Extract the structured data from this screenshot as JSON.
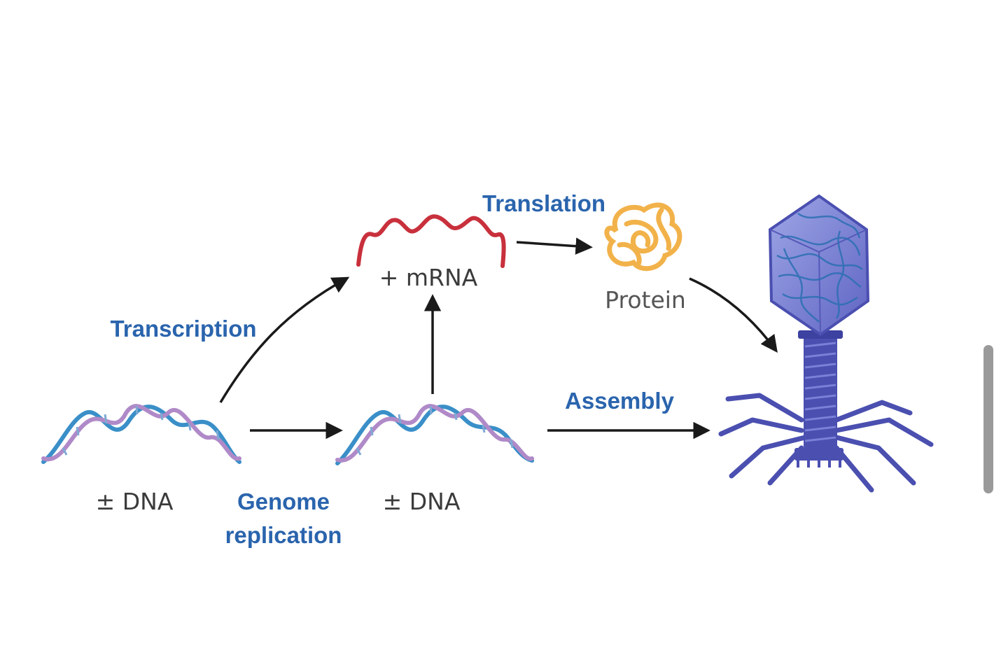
{
  "labels": {
    "transcription": "Transcription",
    "translation": "Translation",
    "genome_replication_line1": "Genome",
    "genome_replication_line2": "replication",
    "assembly": "Assembly",
    "mrna": "+ mRNA",
    "dna_left": "± DNA",
    "dna_middle": "± DNA",
    "protein": "Protein"
  },
  "icons": {
    "dna": "dna-double-helix-icon",
    "mrna": "mrna-strand-icon",
    "protein": "folded-protein-icon",
    "virus": "bacteriophage-icon"
  },
  "colors": {
    "process_label": "#2a64ad",
    "molecule_label": "#3b3b3b",
    "arrow": "#1a1a1a",
    "dna_strand_a": "#3a8fc8",
    "dna_strand_b": "#b08ac8",
    "mrna": "#c8303c",
    "protein": "#f2b24a",
    "phage": "#4a4fb0"
  }
}
